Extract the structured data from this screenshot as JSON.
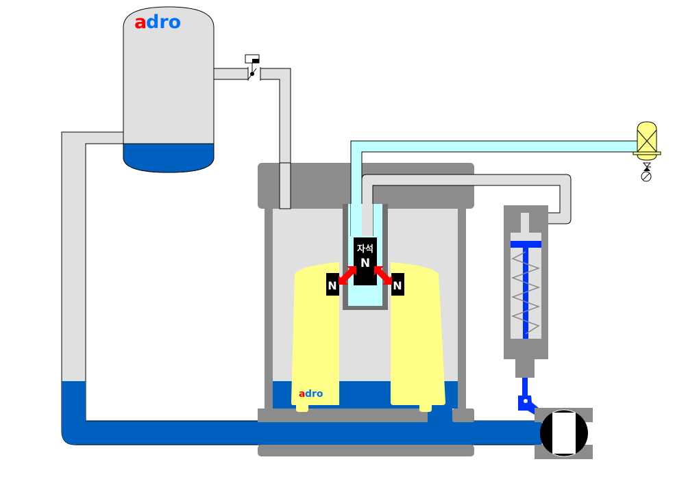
{
  "diagram": {
    "logo_text": "adro",
    "magnet_label": "자석",
    "center_pole": "N",
    "left_pole": "N",
    "right_pole": "N",
    "colors": {
      "water": "#0060c0",
      "pipe": "#e0e0e0",
      "housing": "#8c8c8c",
      "float": "#ffff88",
      "air_line": "#c0ffff",
      "actuator": "#0030ff",
      "force_arrow": "#ff0000"
    }
  }
}
